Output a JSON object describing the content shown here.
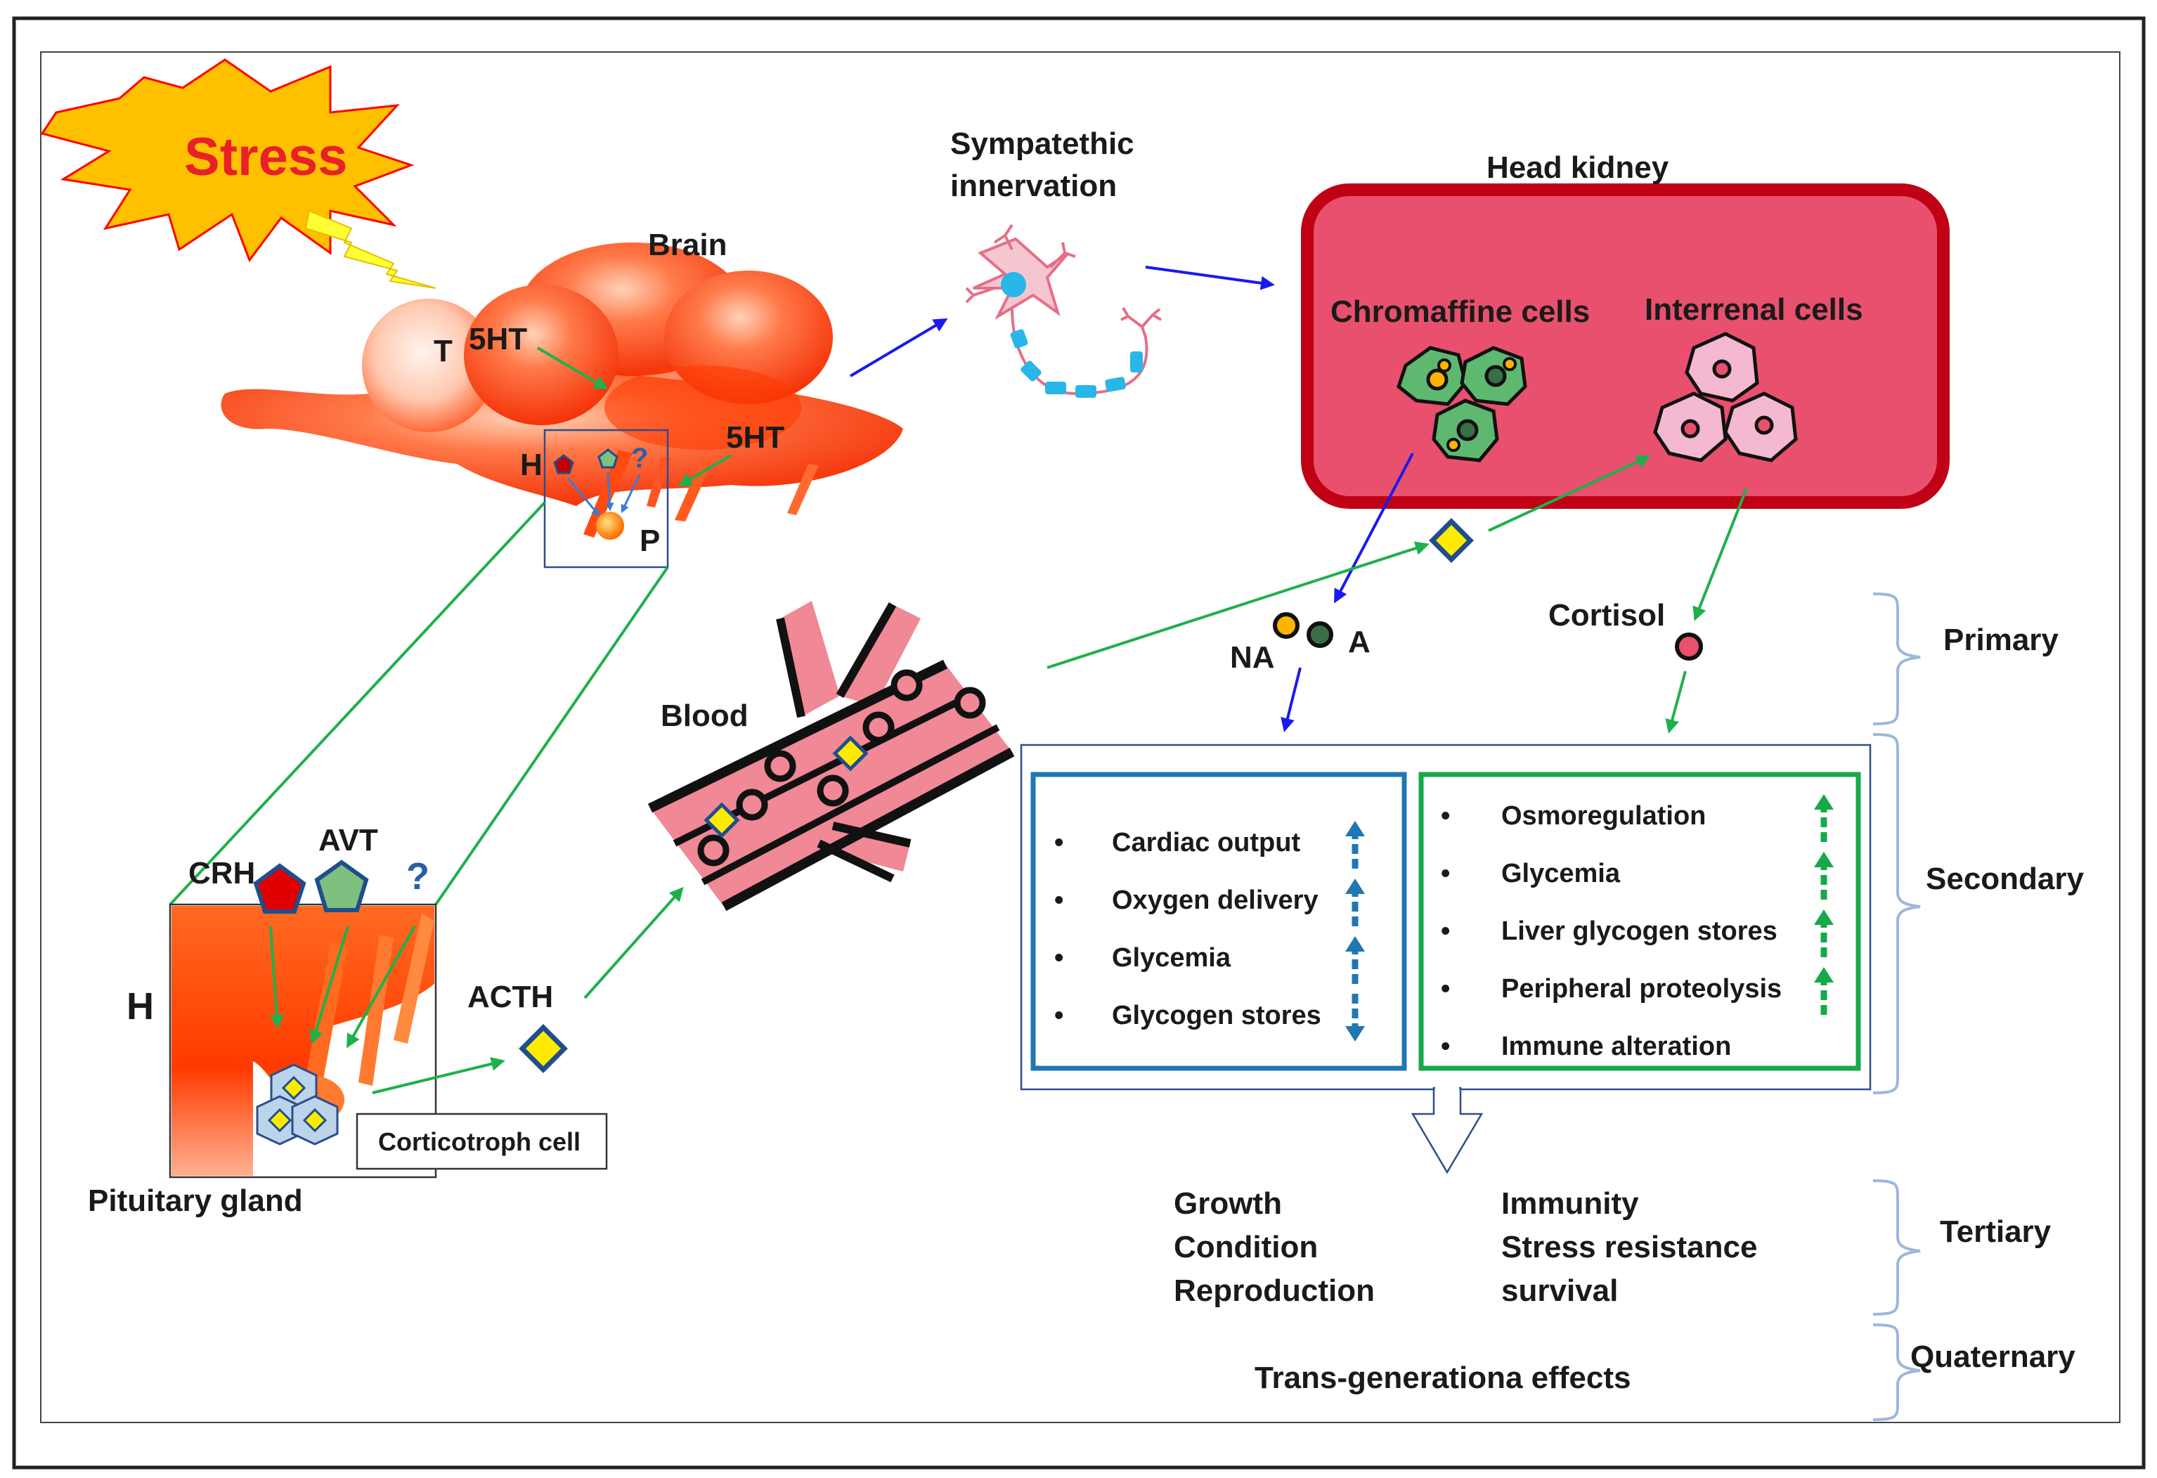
{
  "stress": "Stress",
  "labels": {
    "brain": "Brain",
    "telencephalon": "T",
    "serotonin_1": "5HT",
    "serotonin_2": "5HT",
    "hypothalamus_small": "H",
    "pituitary_small": "P",
    "unknown_small": "?",
    "sympathetic": "Sympatethic\ninnervation",
    "head_kidney": "Head kidney",
    "chromaffine_cells": "Chromaffine cells",
    "interrenal_cells": "Interrenal cells",
    "blood": "Blood",
    "crh": "CRH",
    "avt": "AVT",
    "unknown": "?",
    "hypothalamus": "H",
    "acth": "ACTH",
    "corticotroph_cell": "Corticotroph cell",
    "pituitary_gland": "Pituitary gland",
    "noradrenaline": "NA",
    "adrenaline": "A",
    "cortisol": "Cortisol"
  },
  "responses": {
    "primary": "Primary",
    "secondary": "Secondary",
    "tertiary": "Tertiary",
    "quaternary": "Quaternary"
  },
  "catecholamine_effects": [
    {
      "label": "Cardiac output",
      "trend": "up"
    },
    {
      "label": "Oxygen delivery",
      "trend": "up"
    },
    {
      "label": "Glycemia",
      "trend": "up"
    },
    {
      "label": "Glycogen stores",
      "trend": "down"
    }
  ],
  "cortisol_effects": [
    {
      "label": "Osmoregulation",
      "trend": "up"
    },
    {
      "label": "Glycemia",
      "trend": "up"
    },
    {
      "label": "Liver glycogen stores",
      "trend": "up"
    },
    {
      "label": "Peripheral proteolysis",
      "trend": "up"
    },
    {
      "label": "Immune alteration",
      "trend": "none"
    }
  ],
  "tertiary_left": [
    "Growth",
    "Condition",
    "Reproduction"
  ],
  "tertiary_right": [
    "Immunity",
    "Stress resistance",
    "survival"
  ],
  "quaternary_effect": "Trans-generationa effects",
  "colors": {
    "stress_text": "#e8202a",
    "stress_fill": "#ffc000",
    "kidney": "#e8506e",
    "kidney_border": "#c00015",
    "blue_arrow": "#1a1aee",
    "green_arrow": "#1fb04b",
    "catecholamine_box": "#1f77b4",
    "cortisol_box": "#17a84a",
    "acth_fill": "#ffeb00",
    "acth_border": "#1f4e8c"
  }
}
